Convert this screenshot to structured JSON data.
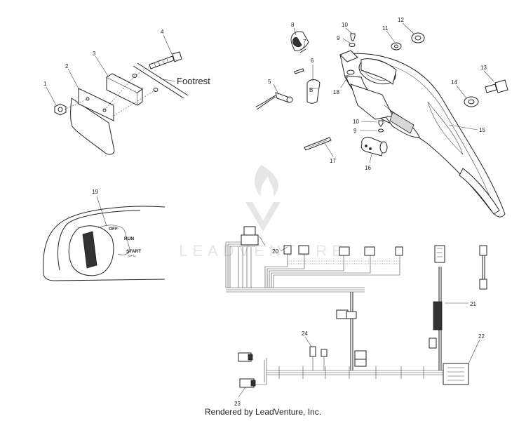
{
  "diagram": {
    "watermark": "LEADVENTURE",
    "footer": "Rendered by LeadVenture, Inc.",
    "footrest_label": "Footrest",
    "switch": {
      "off": "OFF",
      "run": "RUN",
      "start": "START",
      "start_sub": "(OPT.)"
    },
    "callouts": [
      "1",
      "2",
      "3",
      "4",
      "5",
      "6",
      "7",
      "8",
      "9",
      "10",
      "11",
      "12",
      "13",
      "14",
      "15",
      "16",
      "17",
      "18",
      "9",
      "10",
      "19",
      "20",
      "21",
      "22",
      "23",
      "24"
    ]
  }
}
